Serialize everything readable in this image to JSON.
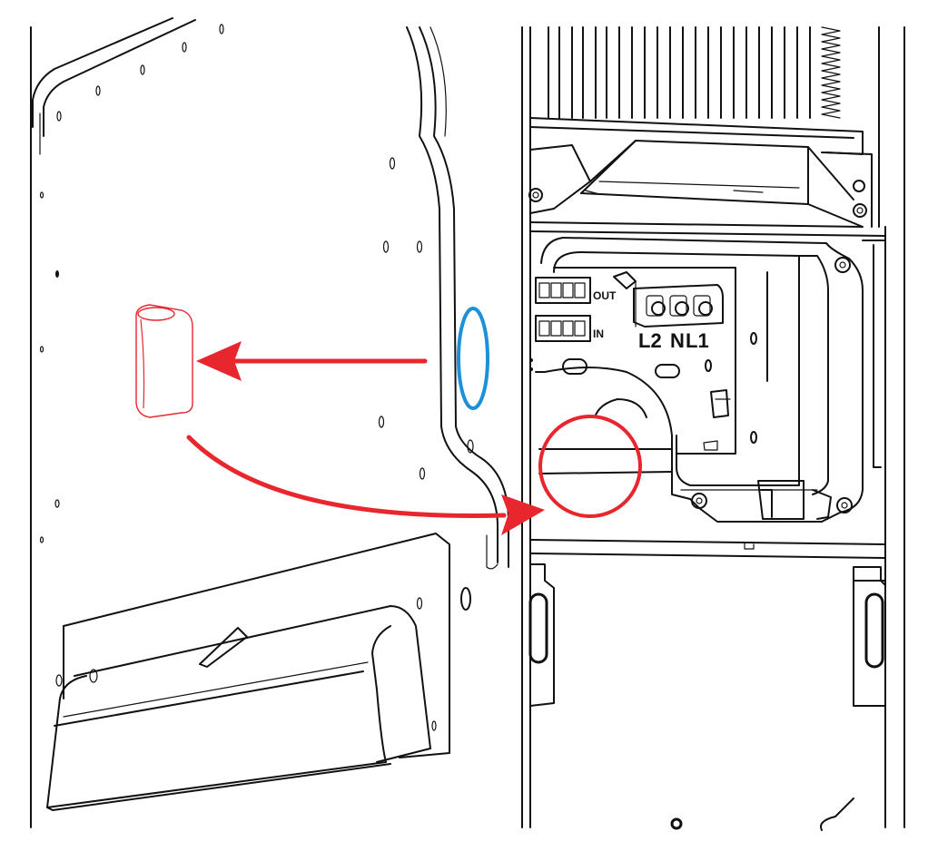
{
  "terminals": {
    "out_label": "OUT",
    "in_label": "IN",
    "l2_label": "L2",
    "n_label": "N",
    "l1_label": "L1"
  },
  "colors": {
    "arrow_red": "#e8262d",
    "seal_blue": "#1c90d8",
    "stroke": "#111111"
  }
}
